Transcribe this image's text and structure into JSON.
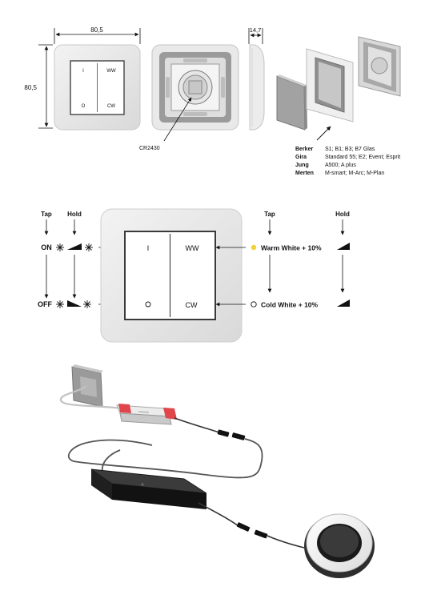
{
  "dimensions": {
    "width": "80,5",
    "height": "80,5",
    "depth": "14,7"
  },
  "battery": "CR2430",
  "switch_labels": {
    "top_left": "I",
    "top_right": "WW",
    "bottom_left": "O",
    "bottom_right": "CW"
  },
  "compatibility": [
    {
      "brand": "Berker",
      "models": "S1; B1; B3; B7 Glas"
    },
    {
      "brand": "Gira",
      "models": "Standard 55; E2; Event; Esprit"
    },
    {
      "brand": "Jung",
      "models": "A500; A plus"
    },
    {
      "brand": "Merten",
      "models": "M-smart; M-Arc; M-Plan"
    }
  ],
  "operation": {
    "tap": "Tap",
    "hold": "Hold",
    "on": "ON",
    "off": "OFF",
    "warm_white": "Warm White + 10%",
    "cold_white": "Cold White + 10%"
  },
  "colors": {
    "warm_indicator": "#f2d13a",
    "connector_red": "#e0454b"
  }
}
